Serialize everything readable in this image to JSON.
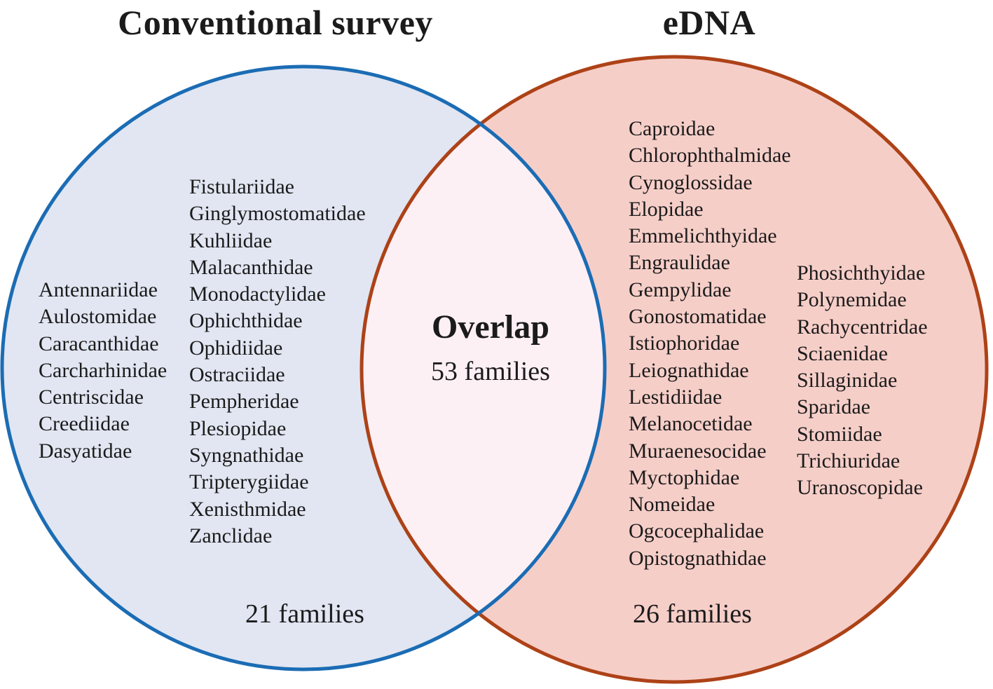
{
  "diagram": {
    "left": {
      "title": "Conventional survey",
      "count_label": "21 families",
      "families_col1": [
        "Antennariidae",
        "Aulostomidae",
        "Caracanthidae",
        "Carcharhinidae",
        "Centriscidae",
        "Creediidae",
        "Dasyatidae"
      ],
      "families_col2": [
        "Fistulariidae",
        "Ginglymostomatidae",
        "Kuhliidae",
        "Malacanthidae",
        "Monodactylidae",
        "Ophichthidae",
        "Ophidiidae",
        "Ostraciidae",
        "Pempheridae",
        "Plesiopidae",
        "Syngnathidae",
        "Tripterygiidae",
        "Xenisthmidae",
        "Zanclidae"
      ]
    },
    "right": {
      "title": "eDNA",
      "count_label": "26 families",
      "families_col1": [
        "Caproidae",
        "Chlorophthalmidae",
        "Cynoglossidae",
        "Elopidae",
        "Emmelichthyidae",
        "Engraulidae",
        "Gempylidae",
        "Gonostomatidae",
        "Istiophoridae",
        "Leiognathidae",
        "Lestidiidae",
        "Melanocetidae",
        "Muraenesocidae",
        "Myctophidae",
        "Nomeidae",
        "Ogcocephalidae",
        "Opistognathidae"
      ],
      "families_col2": [
        "Phosichthyidae",
        "Polynemidae",
        "Rachycentridae",
        "Sciaenidae",
        "Sillaginidae",
        "Sparidae",
        "Stomiidae",
        "Trichiuridae",
        "Uranoscopidae"
      ]
    },
    "overlap": {
      "title": "Overlap",
      "count_label": "53 families"
    },
    "colors": {
      "left_fill": "#e1e6f2",
      "left_stroke": "#1b6cb4",
      "right_fill": "#f6cec8",
      "right_stroke": "#ad4217",
      "overlap_fill": "#fdf0f5",
      "text": "#1b1b1b"
    }
  }
}
